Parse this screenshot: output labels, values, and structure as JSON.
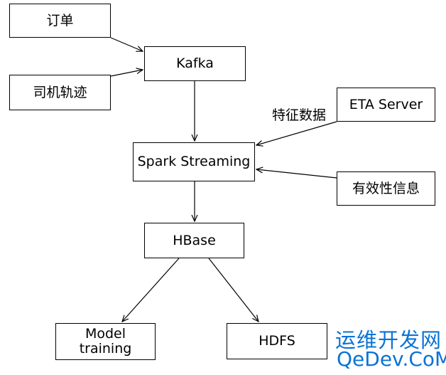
{
  "nodes": {
    "order": "订单",
    "driver_trajectory": "司机轨迹",
    "kafka": "Kafka",
    "eta_server": "ETA Server",
    "spark_streaming": "Spark Streaming",
    "validity_info": "有效性信息",
    "hbase": "HBase",
    "model_training": [
      "Model",
      "training"
    ],
    "hdfs": "HDFS"
  },
  "edge_labels": {
    "feature_data": "特征数据"
  },
  "edges": [
    {
      "from": "order",
      "to": "kafka"
    },
    {
      "from": "driver_trajectory",
      "to": "kafka"
    },
    {
      "from": "kafka",
      "to": "spark_streaming"
    },
    {
      "from": "eta_server",
      "to": "spark_streaming",
      "label": "feature_data"
    },
    {
      "from": "validity_info",
      "to": "spark_streaming"
    },
    {
      "from": "spark_streaming",
      "to": "hbase"
    },
    {
      "from": "hbase",
      "to": "model_training"
    },
    {
      "from": "hbase",
      "to": "hdfs"
    }
  ],
  "watermark": {
    "line1": "运维开发网",
    "line2": "QeDev.CoM",
    "color": "#0a73d6"
  }
}
